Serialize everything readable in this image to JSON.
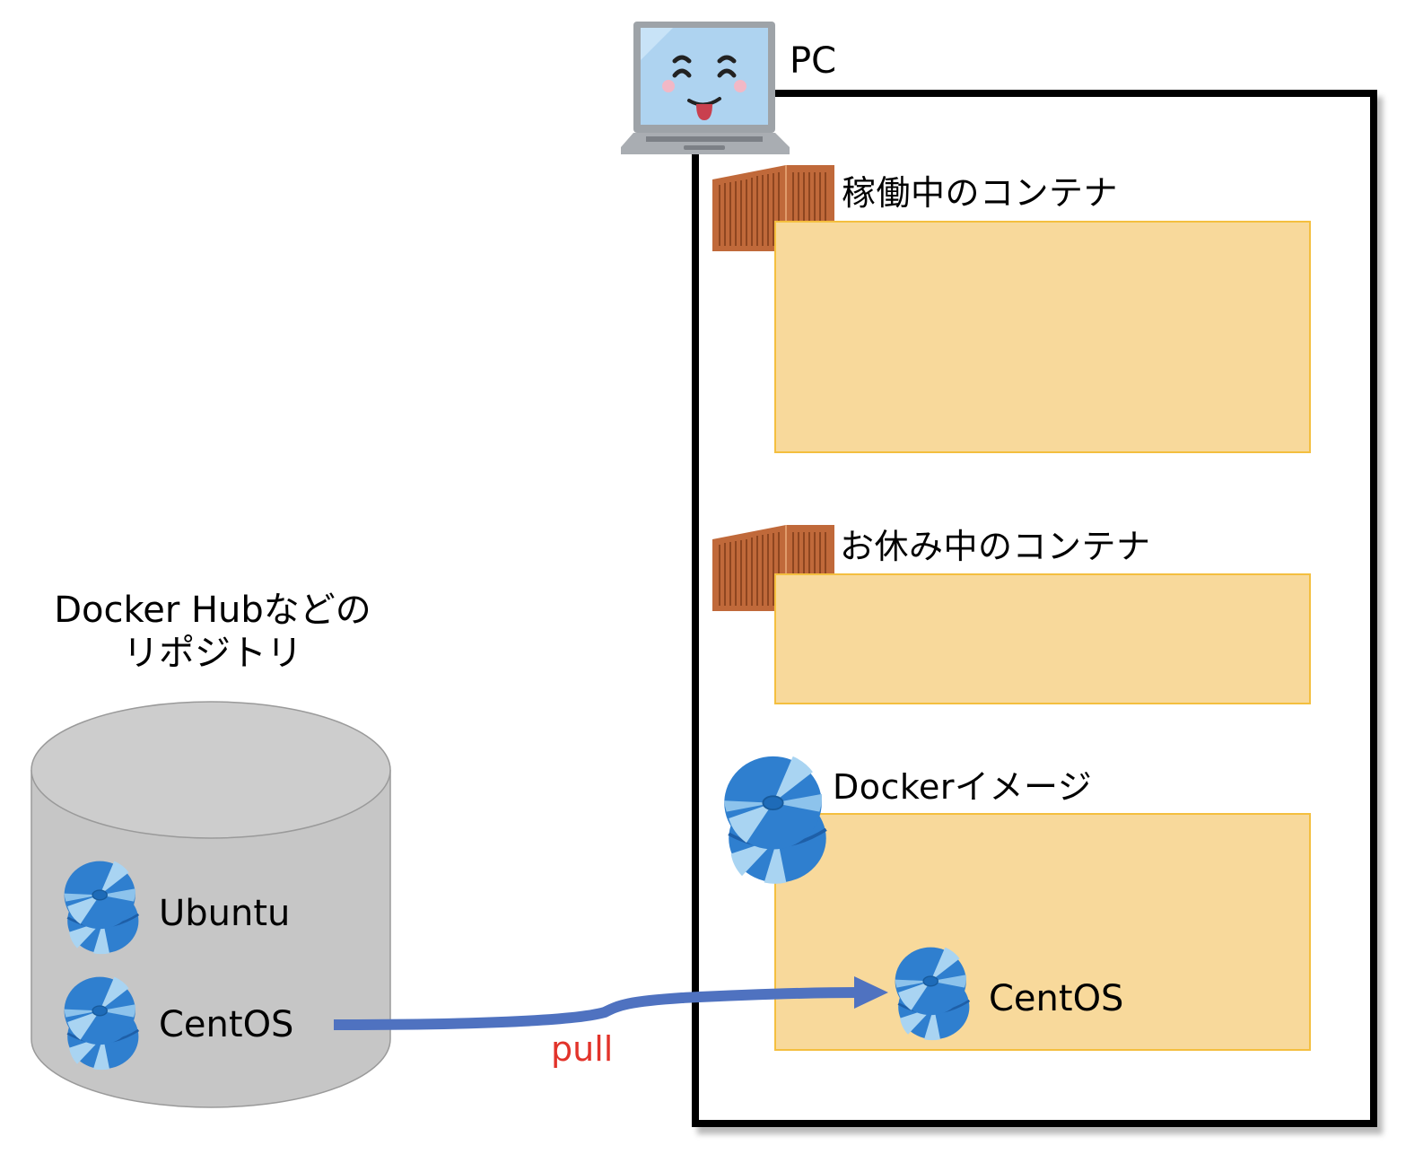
{
  "pc": {
    "label": "PC",
    "sections": [
      {
        "title": "稼働中のコンテナ",
        "icon": "container-icon"
      },
      {
        "title": "お休み中のコンテナ",
        "icon": "container-icon"
      },
      {
        "title": "Dockerイメージ",
        "icon": "disk-stack-icon",
        "items": [
          {
            "name": "CentOS",
            "icon": "disk-stack-icon"
          }
        ]
      }
    ]
  },
  "repository": {
    "title_line1": "Docker Hubなどの",
    "title_line2": "リポジトリ",
    "items": [
      {
        "name": "Ubuntu",
        "icon": "disk-stack-icon"
      },
      {
        "name": "CentOS",
        "icon": "disk-stack-icon"
      }
    ]
  },
  "arrow": {
    "label": "pull",
    "from": "repository.CentOS",
    "to": "pc.images.CentOS"
  },
  "colors": {
    "section_fill": "#f8d99b",
    "section_border": "#f4bf3f",
    "arrow": "#4f72c0",
    "pull_label": "#e2332a",
    "cylinder_fill": "#c8c8c8",
    "container": "#c0693a",
    "disk_blue": "#2f7fcf",
    "disk_light": "#a9d4f2"
  }
}
